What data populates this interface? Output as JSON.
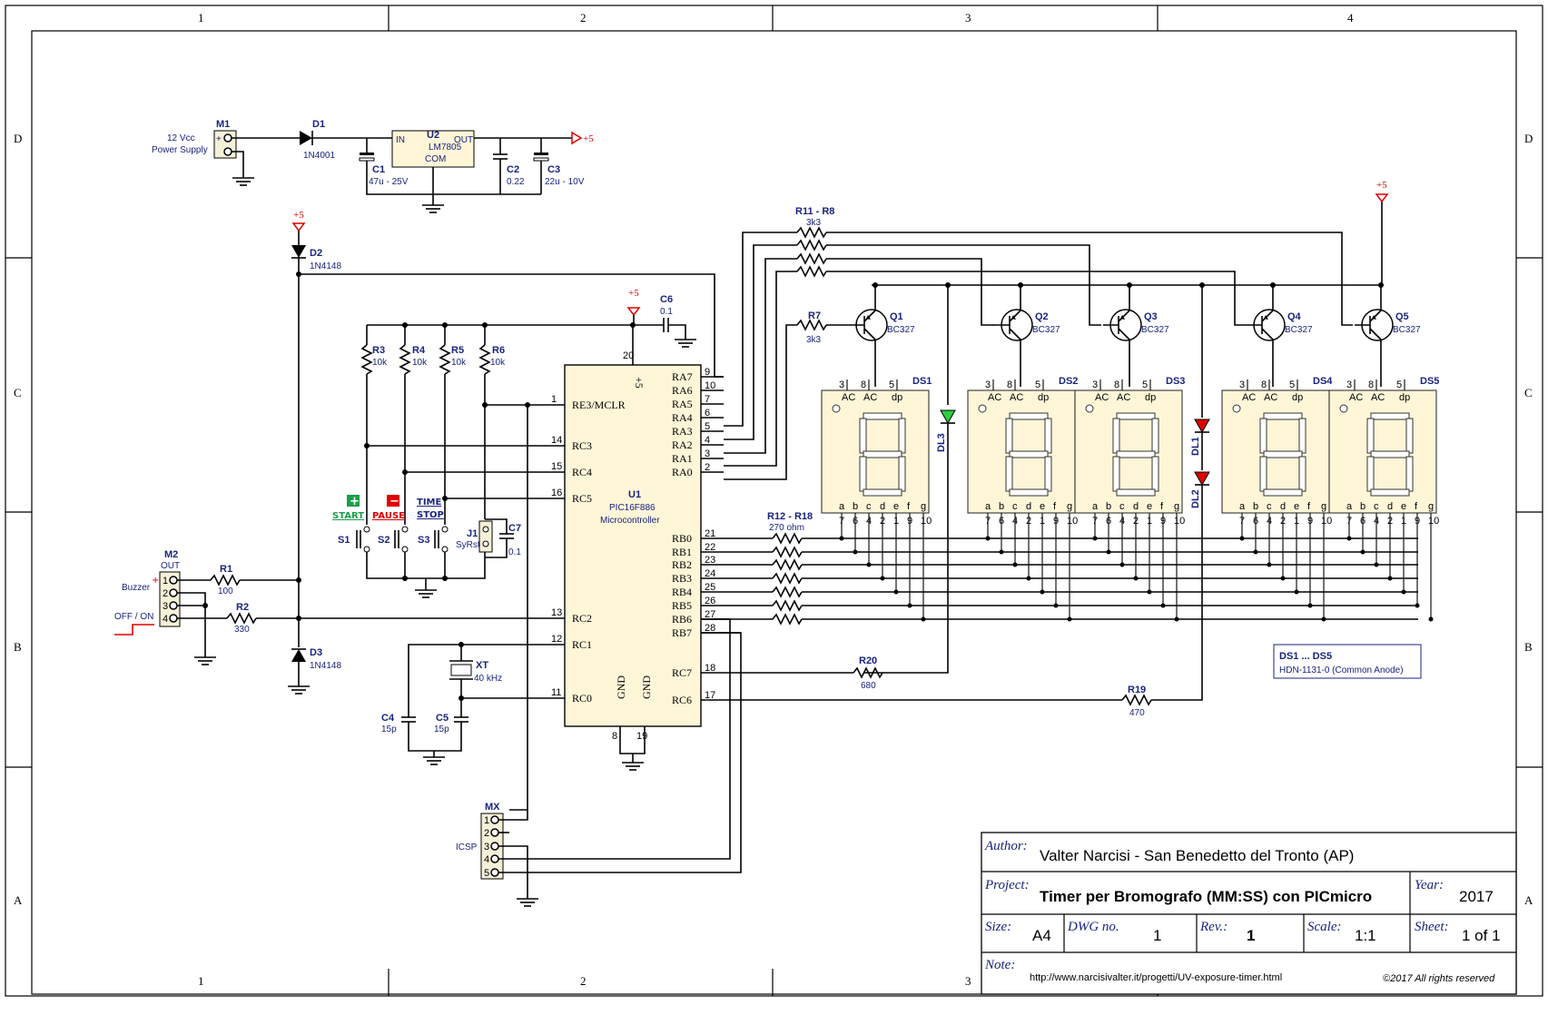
{
  "zones": {
    "columns": [
      "1",
      "2",
      "3",
      "4"
    ],
    "rows": [
      "D",
      "C",
      "B",
      "A"
    ]
  },
  "title_block": {
    "author_label": "Author:",
    "author": "Valter Narcisi - San Benedetto del Tronto (AP)",
    "project_label": "Project:",
    "project": "Timer per Bromografo (MM:SS) con PICmicro",
    "year_label": "Year:",
    "year": "2017",
    "size_label": "Size:",
    "size": "A4",
    "dwg_label": "DWG no.",
    "dwg": "1",
    "rev_label": "Rev.:",
    "rev": "1",
    "scale_label": "Scale:",
    "scale": "1:1",
    "sheet_label": "Sheet:",
    "sheet": "1 of 1",
    "note_label": "Note:",
    "note": "http://www.narcisivalter.it/progetti/UV-exposure-timer.html",
    "copyright": "©2017 All rights reserved"
  },
  "power": {
    "m1": {
      "ref": "M1",
      "label1": "12 Vcc",
      "label2": "Power Supply",
      "plus": "+"
    },
    "d1": {
      "ref": "D1",
      "value": "1N4001"
    },
    "u2": {
      "ref": "U2",
      "value": "LM7805",
      "in": "IN",
      "out": "OUT",
      "com": "COM"
    },
    "c1": {
      "ref": "C1",
      "value": "47u - 25V"
    },
    "c2": {
      "ref": "C2",
      "value": "0.22"
    },
    "c3": {
      "ref": "C3",
      "value": "22u - 10V"
    },
    "vcc": "+5"
  },
  "mcu": {
    "ref": "U1",
    "part": "PIC16F886",
    "desc": "Microcontroller",
    "left_pins": [
      {
        "name": "RE3/MCLR",
        "num": "1"
      },
      {
        "name": "RC3",
        "num": "14"
      },
      {
        "name": "RC4",
        "num": "15"
      },
      {
        "name": "RC5",
        "num": "16"
      },
      {
        "name": "RC2",
        "num": "13"
      },
      {
        "name": "RC1",
        "num": "12"
      },
      {
        "name": "RC0",
        "num": "11"
      }
    ],
    "right_pins": [
      {
        "name": "RA7",
        "num": "9"
      },
      {
        "name": "RA6",
        "num": "10"
      },
      {
        "name": "RA5",
        "num": "7"
      },
      {
        "name": "RA4",
        "num": "6"
      },
      {
        "name": "RA3",
        "num": "5"
      },
      {
        "name": "RA2",
        "num": "4"
      },
      {
        "name": "RA1",
        "num": "3"
      },
      {
        "name": "RA0",
        "num": "2"
      },
      {
        "name": "RB0",
        "num": "21"
      },
      {
        "name": "RB1",
        "num": "22"
      },
      {
        "name": "RB2",
        "num": "23"
      },
      {
        "name": "RB3",
        "num": "24"
      },
      {
        "name": "RB4",
        "num": "25"
      },
      {
        "name": "RB5",
        "num": "26"
      },
      {
        "name": "RB6",
        "num": "27"
      },
      {
        "name": "RB7",
        "num": "28"
      },
      {
        "name": "RC7",
        "num": "18"
      },
      {
        "name": "RC6",
        "num": "17"
      }
    ],
    "top_pin": {
      "name": "+5",
      "num": "20"
    },
    "gnd_pins": [
      {
        "name": "GND",
        "num": "8"
      },
      {
        "name": "GND",
        "num": "19"
      }
    ]
  },
  "parts": {
    "d2": {
      "ref": "D2",
      "value": "1N4148"
    },
    "d3": {
      "ref": "D3",
      "value": "1N4148"
    },
    "r1": {
      "ref": "R1",
      "value": "100"
    },
    "r2": {
      "ref": "R2",
      "value": "330"
    },
    "r3": {
      "ref": "R3",
      "value": "10k"
    },
    "r4": {
      "ref": "R4",
      "value": "10k"
    },
    "r5": {
      "ref": "R5",
      "value": "10k"
    },
    "r6": {
      "ref": "R6",
      "value": "10k"
    },
    "c6": {
      "ref": "C6",
      "value": "0.1"
    },
    "c7": {
      "ref": "C7",
      "value": "0.1"
    },
    "c4": {
      "ref": "C4",
      "value": "15p"
    },
    "c5": {
      "ref": "C5",
      "value": "15p"
    },
    "xt": {
      "ref": "XT",
      "value": "40 kHz"
    },
    "s1": {
      "ref": "S1"
    },
    "s2": {
      "ref": "S2"
    },
    "s3": {
      "ref": "S3"
    },
    "j1": {
      "ref": "J1",
      "value": "SyRst"
    },
    "r7": {
      "ref": "R7",
      "value": "3k3"
    },
    "r11_r8": {
      "ref": "R11 - R8",
      "value": "3k3"
    },
    "r12_r18": {
      "ref": "R12 - R18",
      "value": "270 ohm"
    },
    "r20": {
      "ref": "R20",
      "value": "680"
    },
    "r19": {
      "ref": "R19",
      "value": "470"
    },
    "m2": {
      "ref": "M2",
      "out": "OUT",
      "buzzer": "Buzzer",
      "off_on": "OFF / ON",
      "plus": "+"
    },
    "mx": {
      "ref": "MX",
      "label": "ICSP"
    },
    "dl1": {
      "ref": "DL1"
    },
    "dl2": {
      "ref": "DL2"
    },
    "dl3": {
      "ref": "DL3"
    }
  },
  "buttons": {
    "start": {
      "icon": "+",
      "label": "START",
      "color": "#1b9e4b"
    },
    "pause": {
      "icon": "−",
      "label": "PAUSE",
      "color": "#e00000"
    },
    "time_stop": {
      "label1": "TIME",
      "label2": "STOP",
      "color": "#1a237e"
    }
  },
  "transistors": [
    {
      "ref": "Q1",
      "value": "BC327"
    },
    {
      "ref": "Q2",
      "value": "BC327"
    },
    {
      "ref": "Q3",
      "value": "BC327"
    },
    {
      "ref": "Q4",
      "value": "BC327"
    },
    {
      "ref": "Q5",
      "value": "BC327"
    }
  ],
  "displays": [
    {
      "ref": "DS1"
    },
    {
      "ref": "DS2"
    },
    {
      "ref": "DS3"
    },
    {
      "ref": "DS4"
    },
    {
      "ref": "DS5"
    }
  ],
  "display_pins": {
    "top_nums": [
      "3",
      "8",
      "5"
    ],
    "top_labels": [
      "AC",
      "AC",
      "dp"
    ],
    "seg_letters": [
      "a",
      "b",
      "c",
      "d",
      "e",
      "f",
      "g"
    ],
    "bottom_nums": [
      "7",
      "6",
      "4",
      "2",
      "1",
      "9",
      "10"
    ]
  },
  "display_note": {
    "line1": "DS1 ... DS5",
    "line2": "HDN-1131-0 (Common Anode)"
  },
  "pin_numbers_small": [
    "1",
    "2",
    "3",
    "4",
    "5"
  ]
}
